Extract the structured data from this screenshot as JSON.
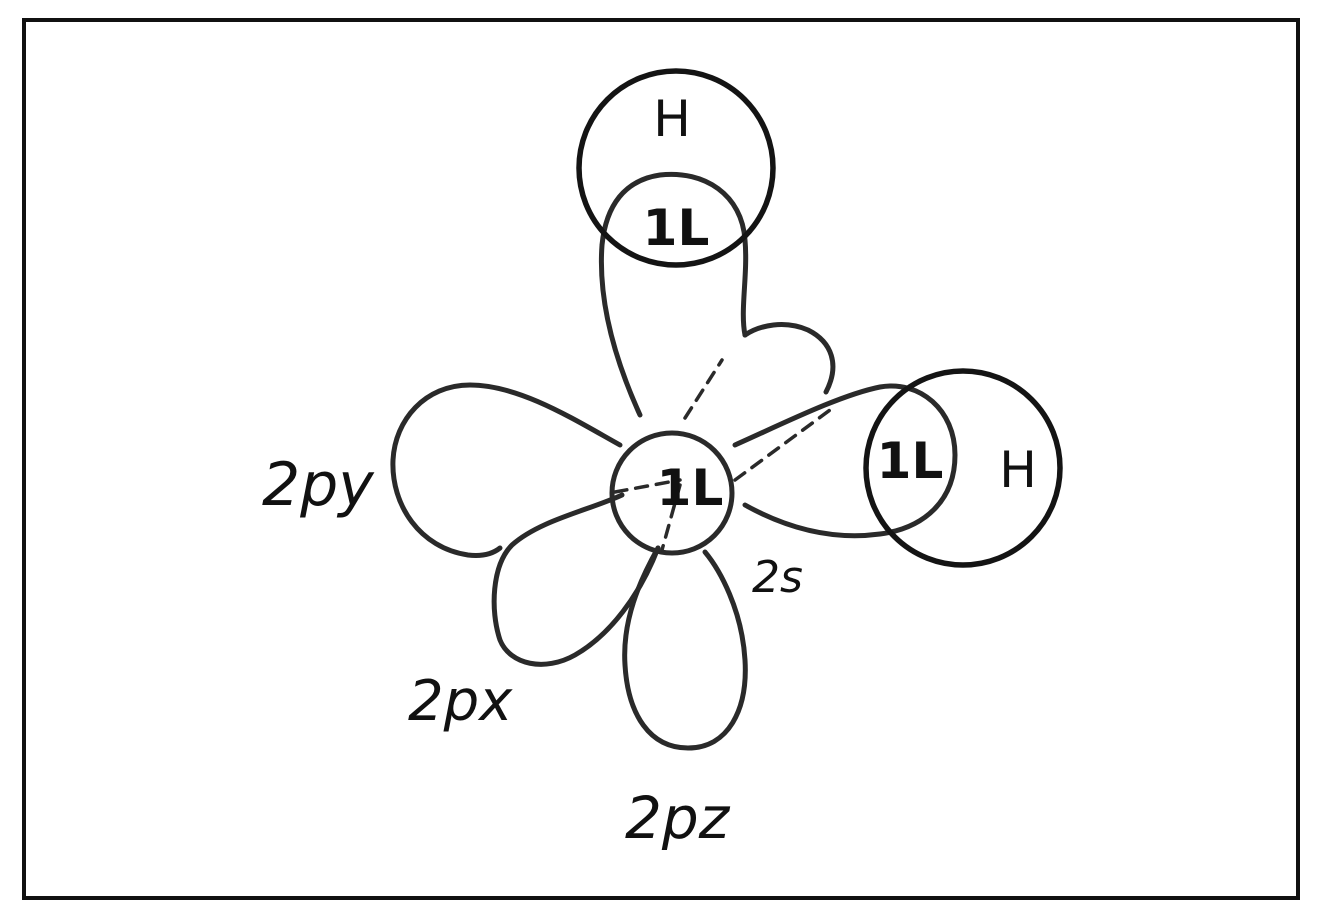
{
  "diagram": {
    "atoms": [
      {
        "symbol": "H"
      },
      {
        "symbol": "H"
      }
    ],
    "electron_pair_glyph": "1L",
    "orbital_labels": {
      "s": "2s",
      "px": "2px",
      "py": "2py",
      "pz": "2pz"
    },
    "colors": {
      "ink": "#2a2a2a",
      "frame": "#111111",
      "background": "#ffffff"
    }
  }
}
